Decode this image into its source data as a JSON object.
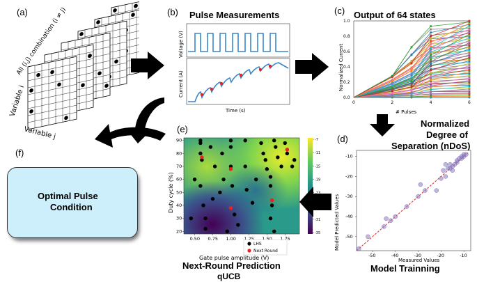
{
  "panels": {
    "a": {
      "label": "(a)",
      "diag_text": "All (i,j) combination (i ≠ j)",
      "vert_text": "Variable i",
      "horiz_text": "Variable j"
    },
    "b": {
      "label": "(b)",
      "title": "Pulse Measurements",
      "voltage_label": "Voltage (V)",
      "current_label": "Current (A)",
      "time_label": "Time (s)"
    },
    "c": {
      "label": "(c)",
      "title": "Output of 64 states",
      "ylabel": "Normalized Current",
      "xlabel": "# Pulses",
      "xticks": [
        "0",
        "2",
        "4",
        "6"
      ],
      "yticks": [
        "0.0",
        "0.2",
        "0.4",
        "0.6",
        "0.8",
        "1.0"
      ]
    },
    "nDoS": {
      "line1": "Normalized",
      "line2": "Degree of",
      "line3": "Separation (nDoS)"
    },
    "d": {
      "label": "(d)",
      "title": "Model Trainning",
      "xlabel": "Measured Values",
      "ylabel": "Model Predicted Values",
      "xticks": [
        "-50",
        "-40",
        "-30",
        "-20",
        "-10"
      ],
      "yticks": [
        "-10",
        "-20",
        "-30",
        "-40",
        "-50"
      ]
    },
    "e": {
      "label": "(e)",
      "title1": "Next-Round Prediction",
      "title2": "qUCB",
      "ylabel": "Duty cycle (%)",
      "xlabel": "Gate pulse amplitude (V)",
      "xticks": [
        "0.50",
        "0.75",
        "1.00",
        "1.25",
        "1.50",
        "1.75"
      ],
      "yticks": [
        "90",
        "80",
        "70",
        "60",
        "50",
        "40",
        "30",
        "20"
      ],
      "cbar_ticks": [
        "-7",
        "-11",
        "-15",
        "-19",
        "-23",
        "-27",
        "-31",
        "-35"
      ],
      "legend_lhs": "LHS",
      "legend_next": "Next Round"
    },
    "f": {
      "label": "(f)",
      "box_text_1": "Optimal Pulse",
      "box_text_2": "Condition"
    }
  },
  "chart_data": [
    {
      "type": "scatter",
      "panel": "d",
      "title": "Model Trainning",
      "xlabel": "Measured Values",
      "ylabel": "Model Predicted Values",
      "xlim": [
        -57,
        -7
      ],
      "ylim": [
        -57,
        -7
      ],
      "points": [
        [
          -56,
          -56
        ],
        [
          -52,
          -50
        ],
        [
          -45,
          -45
        ],
        [
          -44,
          -41
        ],
        [
          -42,
          -42
        ],
        [
          -40,
          -40
        ],
        [
          -35,
          -35
        ],
        [
          -30,
          -30
        ],
        [
          -29,
          -24
        ],
        [
          -27,
          -27
        ],
        [
          -22,
          -27
        ],
        [
          -20,
          -21
        ],
        [
          -19,
          -17
        ],
        [
          -18,
          -20
        ],
        [
          -18,
          -14
        ],
        [
          -17,
          -16
        ],
        [
          -16,
          -16
        ],
        [
          -15,
          -17
        ],
        [
          -14,
          -14
        ],
        [
          -13,
          -13
        ],
        [
          -13,
          -12
        ],
        [
          -12,
          -11
        ],
        [
          -11,
          -11
        ],
        [
          -11,
          -10
        ],
        [
          -10,
          -10
        ],
        [
          -10,
          -9
        ],
        [
          -9,
          -9
        ],
        [
          -15,
          -15
        ],
        [
          -16,
          -14
        ]
      ]
    },
    {
      "type": "scatter",
      "panel": "e",
      "xlabel": "Gate pulse amplitude (V)",
      "ylabel": "Duty cycle (%)",
      "xlim": [
        0.35,
        1.95
      ],
      "ylim": [
        18,
        92
      ],
      "series": [
        {
          "name": "LHS",
          "color": "#000000",
          "points": [
            [
              0.45,
              30
            ],
            [
              0.5,
              60
            ],
            [
              0.58,
              90
            ],
            [
              0.58,
              88
            ],
            [
              0.58,
              80
            ],
            [
              0.6,
              75
            ],
            [
              0.58,
              55
            ],
            [
              0.62,
              40
            ],
            [
              0.65,
              30
            ],
            [
              0.65,
              22
            ],
            [
              0.72,
              85
            ],
            [
              0.75,
              45
            ],
            [
              0.78,
              70
            ],
            [
              0.85,
              50
            ],
            [
              0.88,
              80
            ],
            [
              0.9,
              60
            ],
            [
              0.95,
              20
            ],
            [
              1.0,
              90
            ],
            [
              1.0,
              85
            ],
            [
              1.0,
              70
            ],
            [
              1.02,
              55
            ],
            [
              1.05,
              33
            ],
            [
              1.1,
              25
            ],
            [
              1.2,
              90
            ],
            [
              1.2,
              70
            ],
            [
              1.22,
              52
            ],
            [
              1.3,
              42
            ],
            [
              1.35,
              60
            ],
            [
              1.42,
              88
            ],
            [
              1.45,
              80
            ],
            [
              1.48,
              75
            ],
            [
              1.5,
              68
            ],
            [
              1.55,
              62
            ],
            [
              1.55,
              55
            ],
            [
              1.57,
              40
            ],
            [
              1.6,
              90
            ],
            [
              1.62,
              85
            ],
            [
              1.65,
              77
            ],
            [
              1.7,
              70
            ],
            [
              1.75,
              88
            ],
            [
              1.78,
              80
            ],
            [
              1.85,
              70
            ],
            [
              1.88,
              75
            ],
            [
              1.55,
              30
            ],
            [
              1.6,
              20
            ]
          ]
        },
        {
          "name": "Next Round",
          "color": "#e8231d",
          "points": [
            [
              0.6,
              77
            ],
            [
              1.0,
              38
            ],
            [
              1.0,
              68
            ],
            [
              1.57,
              44
            ],
            [
              1.78,
              83
            ]
          ]
        }
      ]
    },
    {
      "type": "line",
      "panel": "c",
      "title": "Output of 64 states",
      "xlabel": "# Pulses",
      "ylabel": "Normalized Current",
      "xlim": [
        0,
        6
      ],
      "ylim": [
        0,
        1
      ]
    }
  ],
  "colors": {
    "arrow": "#000000",
    "box_fill": "#cdeffb",
    "pulse_line": "#3a86c8",
    "marker_red": "#e8231d"
  }
}
